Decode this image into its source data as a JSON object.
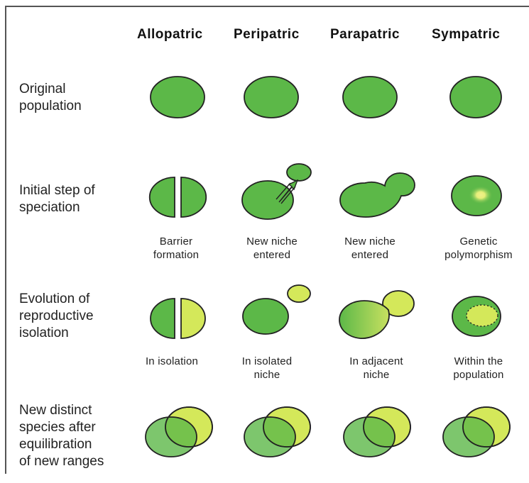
{
  "columns": [
    "Allopatric",
    "Peripatric",
    "Parapatric",
    "Sympatric"
  ],
  "rows": [
    "Original\npopulation",
    "Initial step of\nspeciation",
    "Evolution of\nreproductive\nisolation",
    "New distinct\nspecies after\nequilibration\nof new ranges"
  ],
  "captions_step": [
    "Barrier\nformation",
    "New niche\nentered",
    "New niche\nentered",
    "Genetic\npolymorphism"
  ],
  "captions_isolation": [
    "In isolation",
    "In isolated\nniche",
    "In adjacent\nniche",
    "Within the\npopulation"
  ],
  "colors": {
    "population_green": "#5cb848",
    "new_species_yellow": "#d4e85a",
    "outline": "#222222"
  }
}
